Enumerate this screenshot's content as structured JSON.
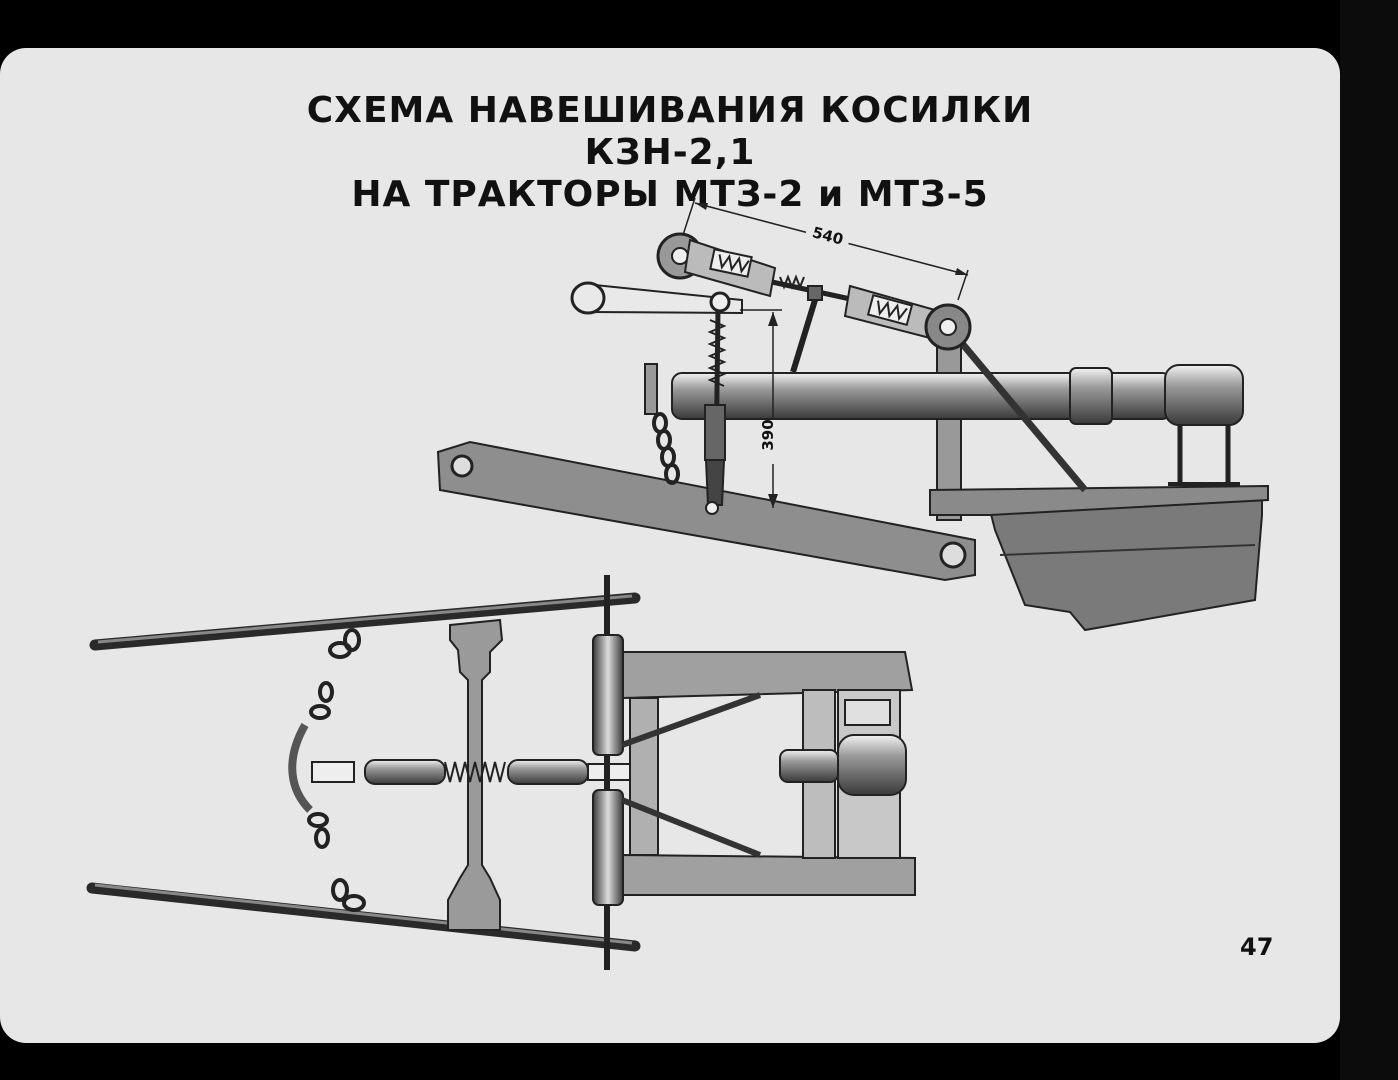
{
  "title": {
    "line1": "СХЕМА НАВЕШИВАНИЯ КОСИЛКИ КЗН-2,1",
    "line2": "НА ТРАКТОРЫ МТЗ-2 и МТЗ-5"
  },
  "dimensions": {
    "horizontal": "540",
    "vertical": "390"
  },
  "slide_number": "47"
}
